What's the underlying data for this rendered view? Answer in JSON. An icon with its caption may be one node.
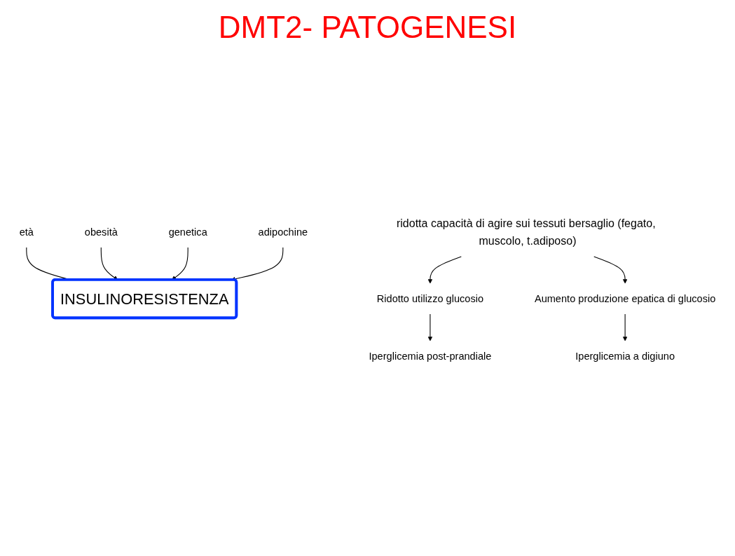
{
  "diagram": {
    "title": "DMT2- PATOGENESI",
    "nodes": [
      {
        "text": [
          "età"
        ]
      },
      {
        "text": [
          "obesità"
        ]
      },
      {
        "text": [
          "genetica"
        ]
      },
      {
        "text": [
          "adipochine"
        ]
      },
      {
        "text": [
          "INSULINORESISTENZA"
        ]
      },
      {
        "text": [
          "ridotta capacità di agire sui tessuti bersaglio (fegato, muscolo, t.adiposo)"
        ]
      },
      {
        "text": [
          "Ridotto utilizzo glucosio"
        ]
      },
      {
        "text": [
          "Aumento produzione epatica di glucosio"
        ]
      },
      {
        "text": [
          "Iperglicemia post-prandiale"
        ]
      },
      {
        "text": [
          "Iperglicemia a digiuno"
        ]
      }
    ],
    "edges": [
      {
        "from": 0,
        "to": 4,
        "arrow": "none"
      },
      {
        "from": 1,
        "to": 4,
        "arrow": "to"
      },
      {
        "from": 2,
        "to": 4,
        "arrow": "to"
      },
      {
        "from": 3,
        "to": 4,
        "arrow": "to"
      },
      {
        "from": 5,
        "to": 6,
        "arrow": "to"
      },
      {
        "from": 5,
        "to": 7,
        "arrow": "to"
      },
      {
        "from": 6,
        "to": 8,
        "arrow": "to"
      },
      {
        "from": 7,
        "to": 9,
        "arrow": "to"
      }
    ]
  }
}
